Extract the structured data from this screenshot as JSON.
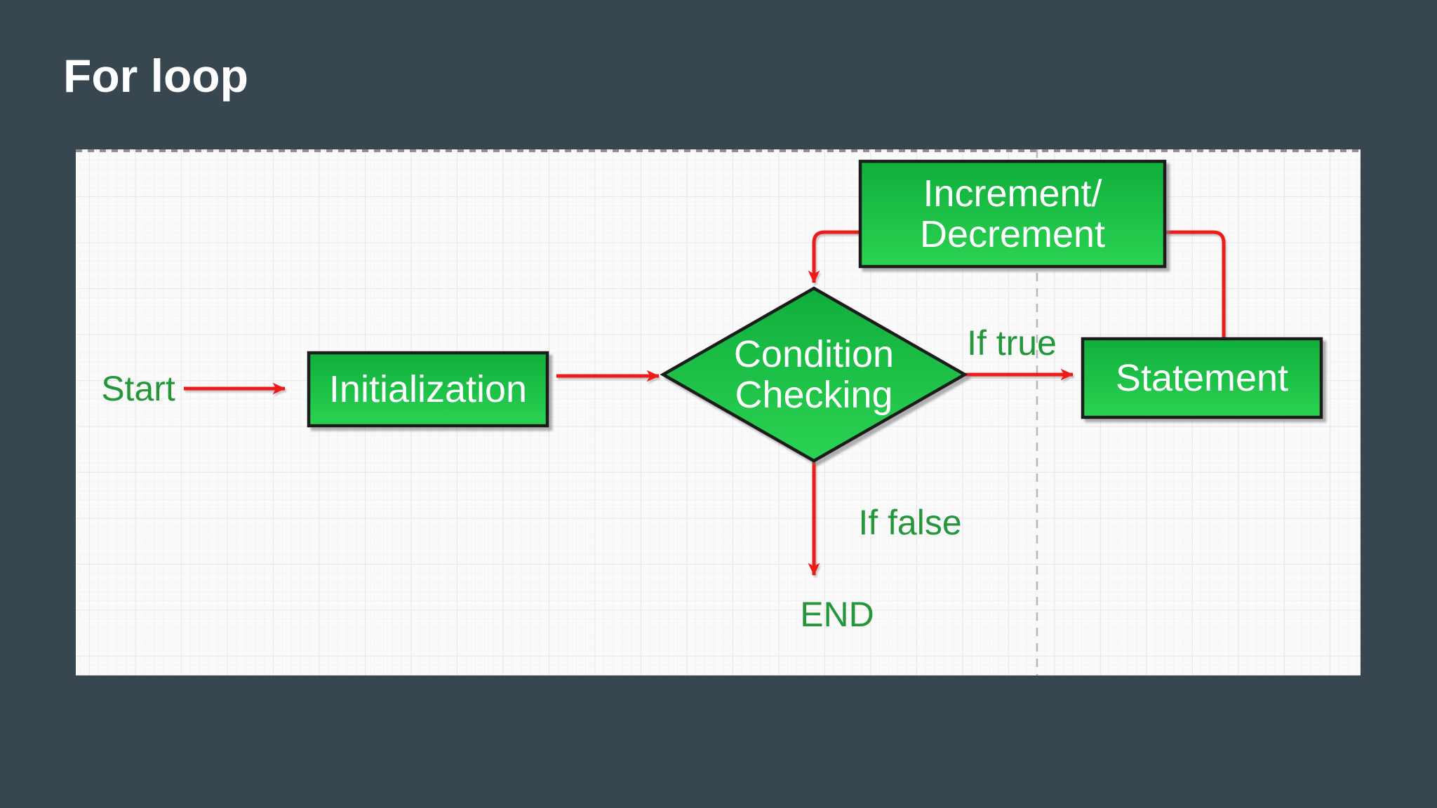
{
  "title": "For loop",
  "theme": {
    "background": "#37464F",
    "canvas_bg": "#FBFAFA",
    "grid_minor": "#F4F2F2",
    "grid_major": "#E9E7E7",
    "node_fill_top": "#10AE3C",
    "node_fill_bottom": "#2BD352",
    "node_border": "#1C1C1C",
    "node_text": "#FFFFFF",
    "label_color": "#23973A",
    "arrow_color": "#EE1B1B",
    "page_break_color": "#B8B8B8",
    "edge_dash_color": "#8F8F8F"
  },
  "diagram": {
    "start_label": "Start",
    "end_label": "END",
    "nodes": {
      "initialization": {
        "label": "Initialization"
      },
      "condition": {
        "line1": "Condition",
        "line2": "Checking"
      },
      "increment": {
        "line1": "Increment/",
        "line2": "Decrement"
      },
      "statement": {
        "label": "Statement"
      }
    },
    "edge_labels": {
      "if_true": "If true",
      "if_false": "If false"
    }
  }
}
